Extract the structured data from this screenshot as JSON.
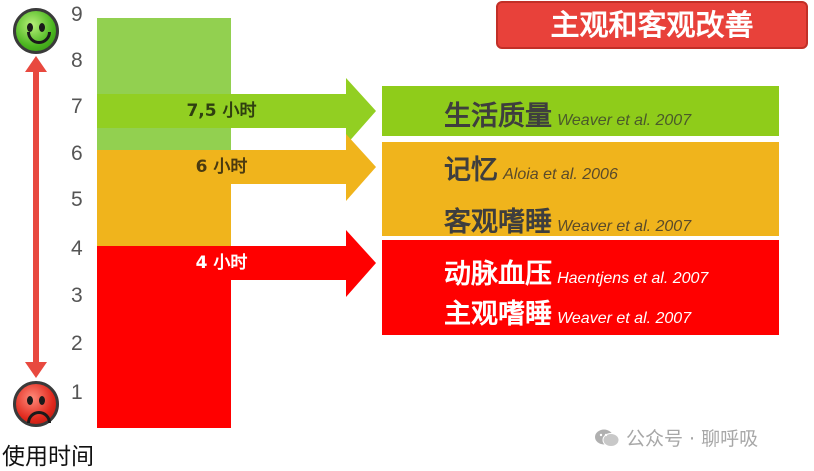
{
  "title": "主观和客观改善",
  "x_label": "使用时间",
  "ticks": [
    "1",
    "2",
    "3",
    "4",
    "5",
    "6",
    "7",
    "8",
    "9"
  ],
  "colors": {
    "green": "#92d050",
    "green_dark": "#8bc34a",
    "orange": "#f0b41c",
    "red": "#ff0000",
    "title_bg": "#e8413a"
  },
  "arrows": [
    {
      "label": "7,5 小时",
      "color": "#92cf22"
    },
    {
      "label": "6 小时",
      "color": "#f0b41c"
    },
    {
      "label": "4 小时",
      "color": "#ff0000"
    }
  ],
  "results": {
    "green": [
      {
        "zh": "生活质量",
        "cite": "Weaver et al. 2007"
      }
    ],
    "orange": [
      {
        "zh": "记忆",
        "cite": "Aloia et al. 2006"
      },
      {
        "zh": "客观嗜睡",
        "cite": "Weaver et al. 2007"
      }
    ],
    "red": [
      {
        "zh": "动脉血压",
        "cite": "Haentjens et al. 2007"
      },
      {
        "zh": "主观嗜睡",
        "cite": "Weaver et al. 2007"
      }
    ]
  },
  "watermark": "公众号 · 聊呼吸"
}
